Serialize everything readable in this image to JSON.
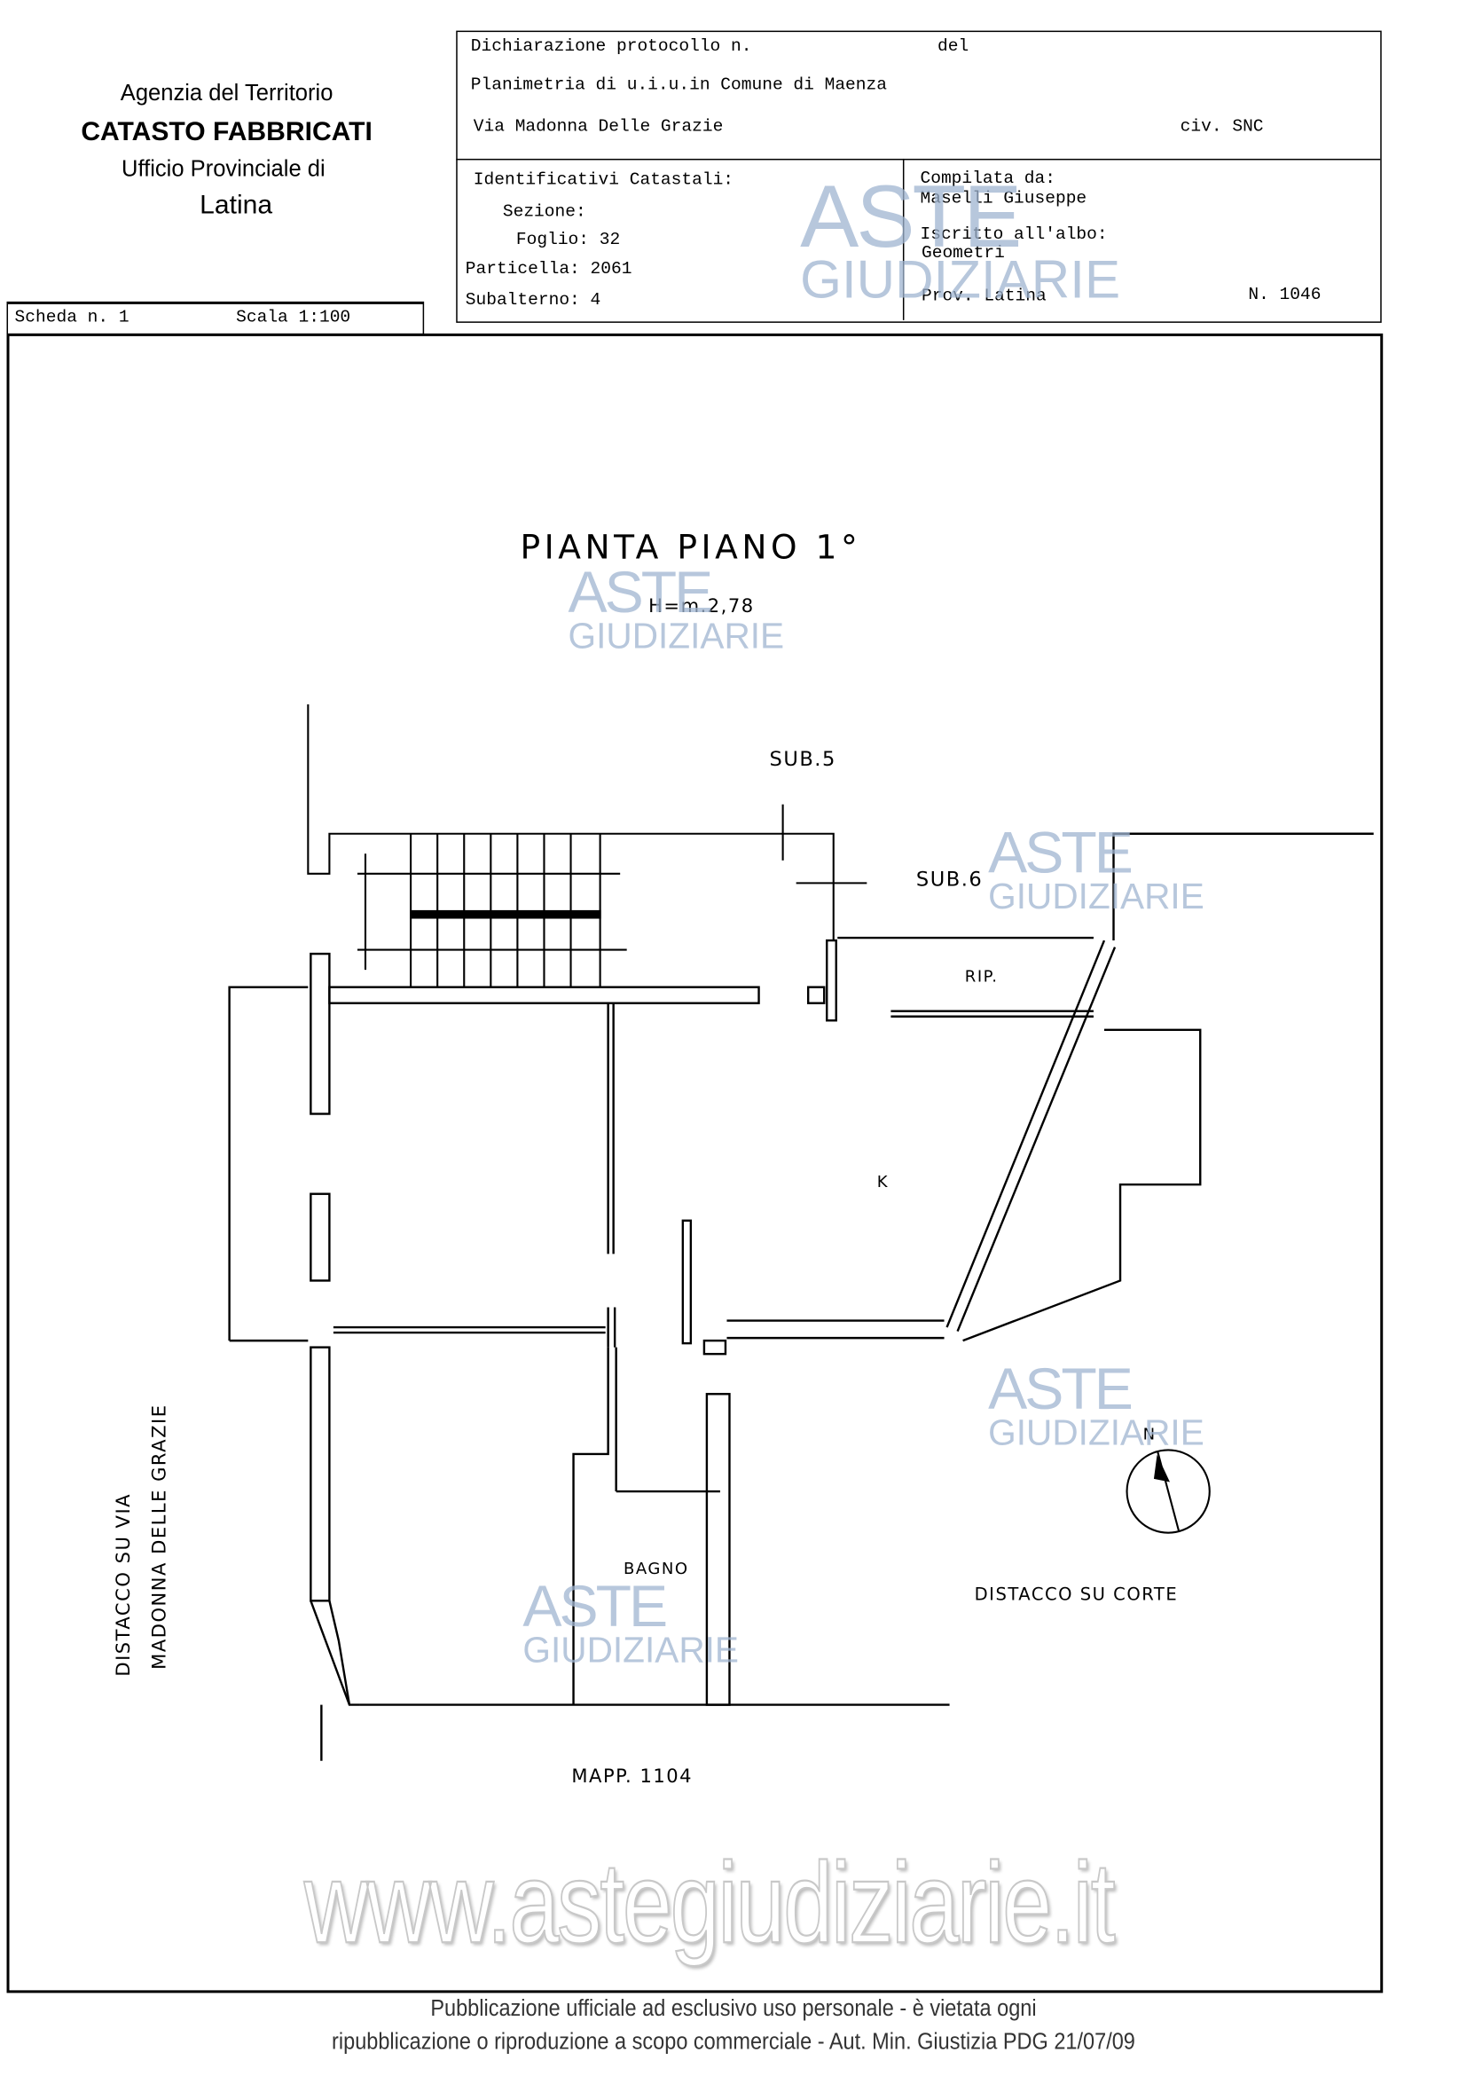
{
  "office": {
    "agency": "Agenzia del Territorio",
    "catasto": "CATASTO FABBRICATI",
    "ufficio": "Ufficio Provinciale di",
    "city": "Latina"
  },
  "header": {
    "protocol_label": "Dichiarazione protocollo n.",
    "del_label": "del",
    "planimetria": "Planimetria di u.i.u.in Comune di Maenza",
    "address": "Via Madonna Delle Grazie",
    "civ": "civ. SNC"
  },
  "identificativi": {
    "title": "Identificativi Catastali:",
    "sezione": "Sezione:",
    "foglio": "Foglio: 32",
    "particella": "Particella: 2061",
    "subalterno": "Subalterno: 4"
  },
  "compilata": {
    "title": "Compilata da:",
    "name": "Maselli Giuseppe",
    "albo_label": "Iscritto all'albo:",
    "albo": "Geometri",
    "prov": "Prov. Latina",
    "number": "N.  1046"
  },
  "scheda": {
    "scheda": "Scheda n. 1",
    "scala": "Scala 1:100"
  },
  "plan": {
    "title": "PIANTA PIANO 1°",
    "height": "H=m.2,78",
    "sub5": "SUB.5",
    "sub6": "SUB.6",
    "rip": "RIP.",
    "kitchen": "K",
    "bagno": "BAGNO",
    "distacco_corte": "DISTACCO SU CORTE",
    "distacco_via_1": "DISTACCO SU VIA",
    "distacco_via_2": "MADONNA DELLE GRAZIE",
    "mapp": "MAPP. 1104",
    "north": "N"
  },
  "watermarks": {
    "aste": "ASTE",
    "giudiziarie": "GIUDIZIARIE",
    "site": "www.astegiudiziarie.it"
  },
  "footer": {
    "line1": "Pubblicazione ufficiale ad esclusivo uso personale - è vietata ogni",
    "line2": "ripubblicazione o riproduzione a scopo commerciale - Aut. Min. Giustizia PDG 21/07/09"
  }
}
